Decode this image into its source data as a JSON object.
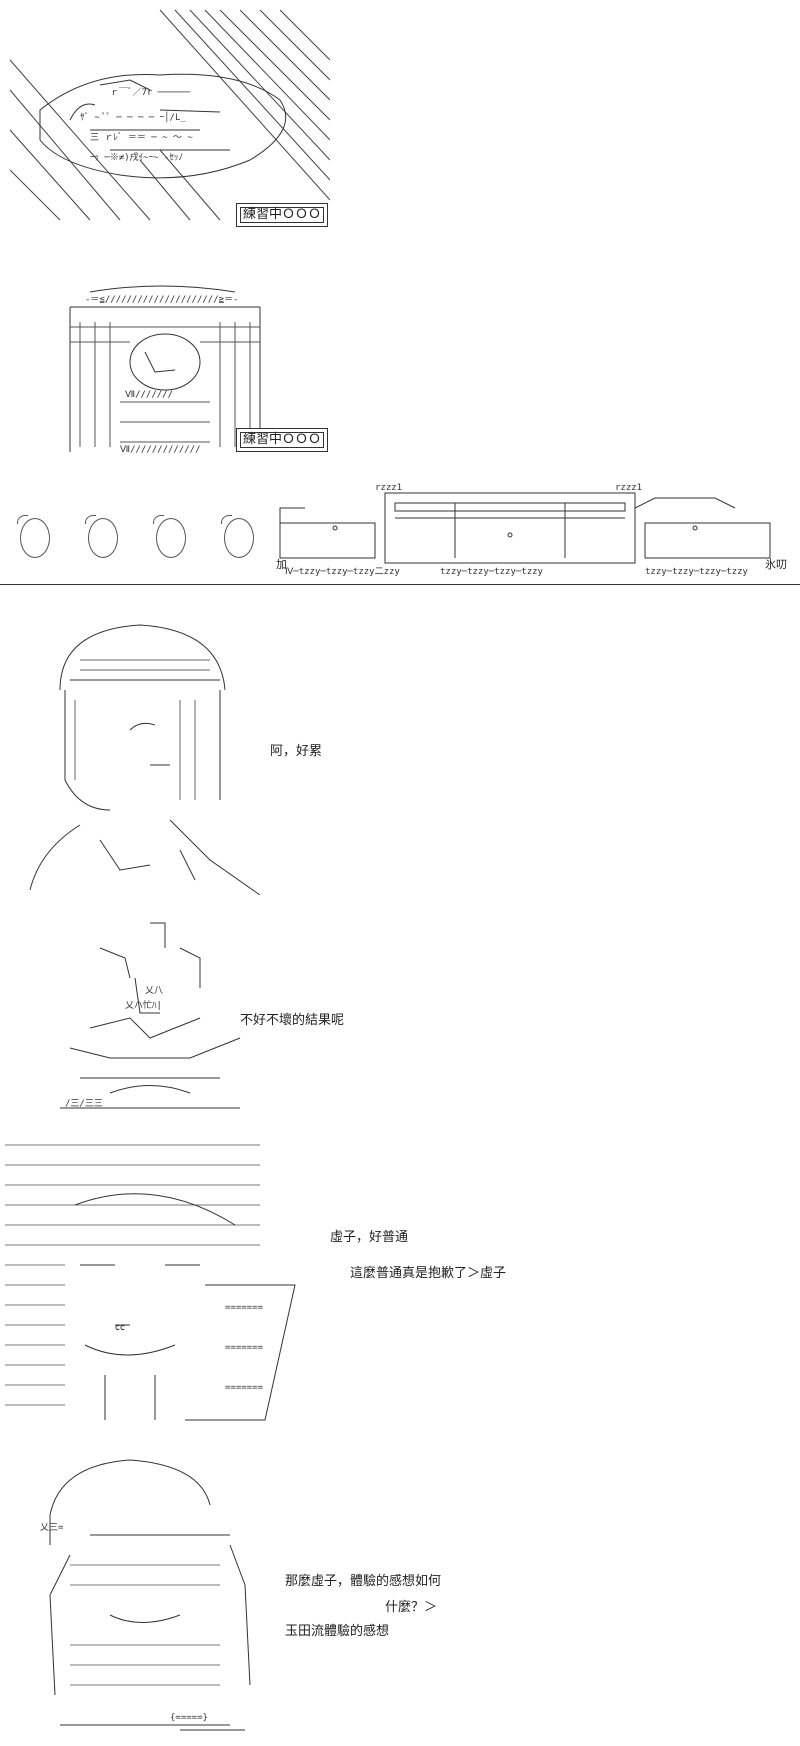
{
  "panels": [
    {
      "id": "p1",
      "box_label": "練習中ＯＯＯ"
    },
    {
      "id": "p2",
      "box_label": "練習中ＯＯＯ"
    },
    {
      "id": "p3",
      "sign_left": "加",
      "sign_right": "氷叨",
      "counter": "ｔｚｚｙ"
    },
    {
      "id": "p4",
      "lines": [
        "阿，好累"
      ]
    },
    {
      "id": "p5",
      "lines": [
        "不好不壞的結果呢"
      ]
    },
    {
      "id": "p6",
      "lines": [
        "虛子，好普通",
        "這麼普通真是抱歉了＞虛子"
      ]
    },
    {
      "id": "p7",
      "lines": [
        "那麼虛子，體驗的感想如何",
        "什麼？＞",
        "玉田流體驗的感想"
      ]
    }
  ],
  "icons": {
    "rain": "rain-lines-art",
    "stack": "ascii-stack-art",
    "vehicle": "train-car-art",
    "character": "ascii-character-art"
  }
}
